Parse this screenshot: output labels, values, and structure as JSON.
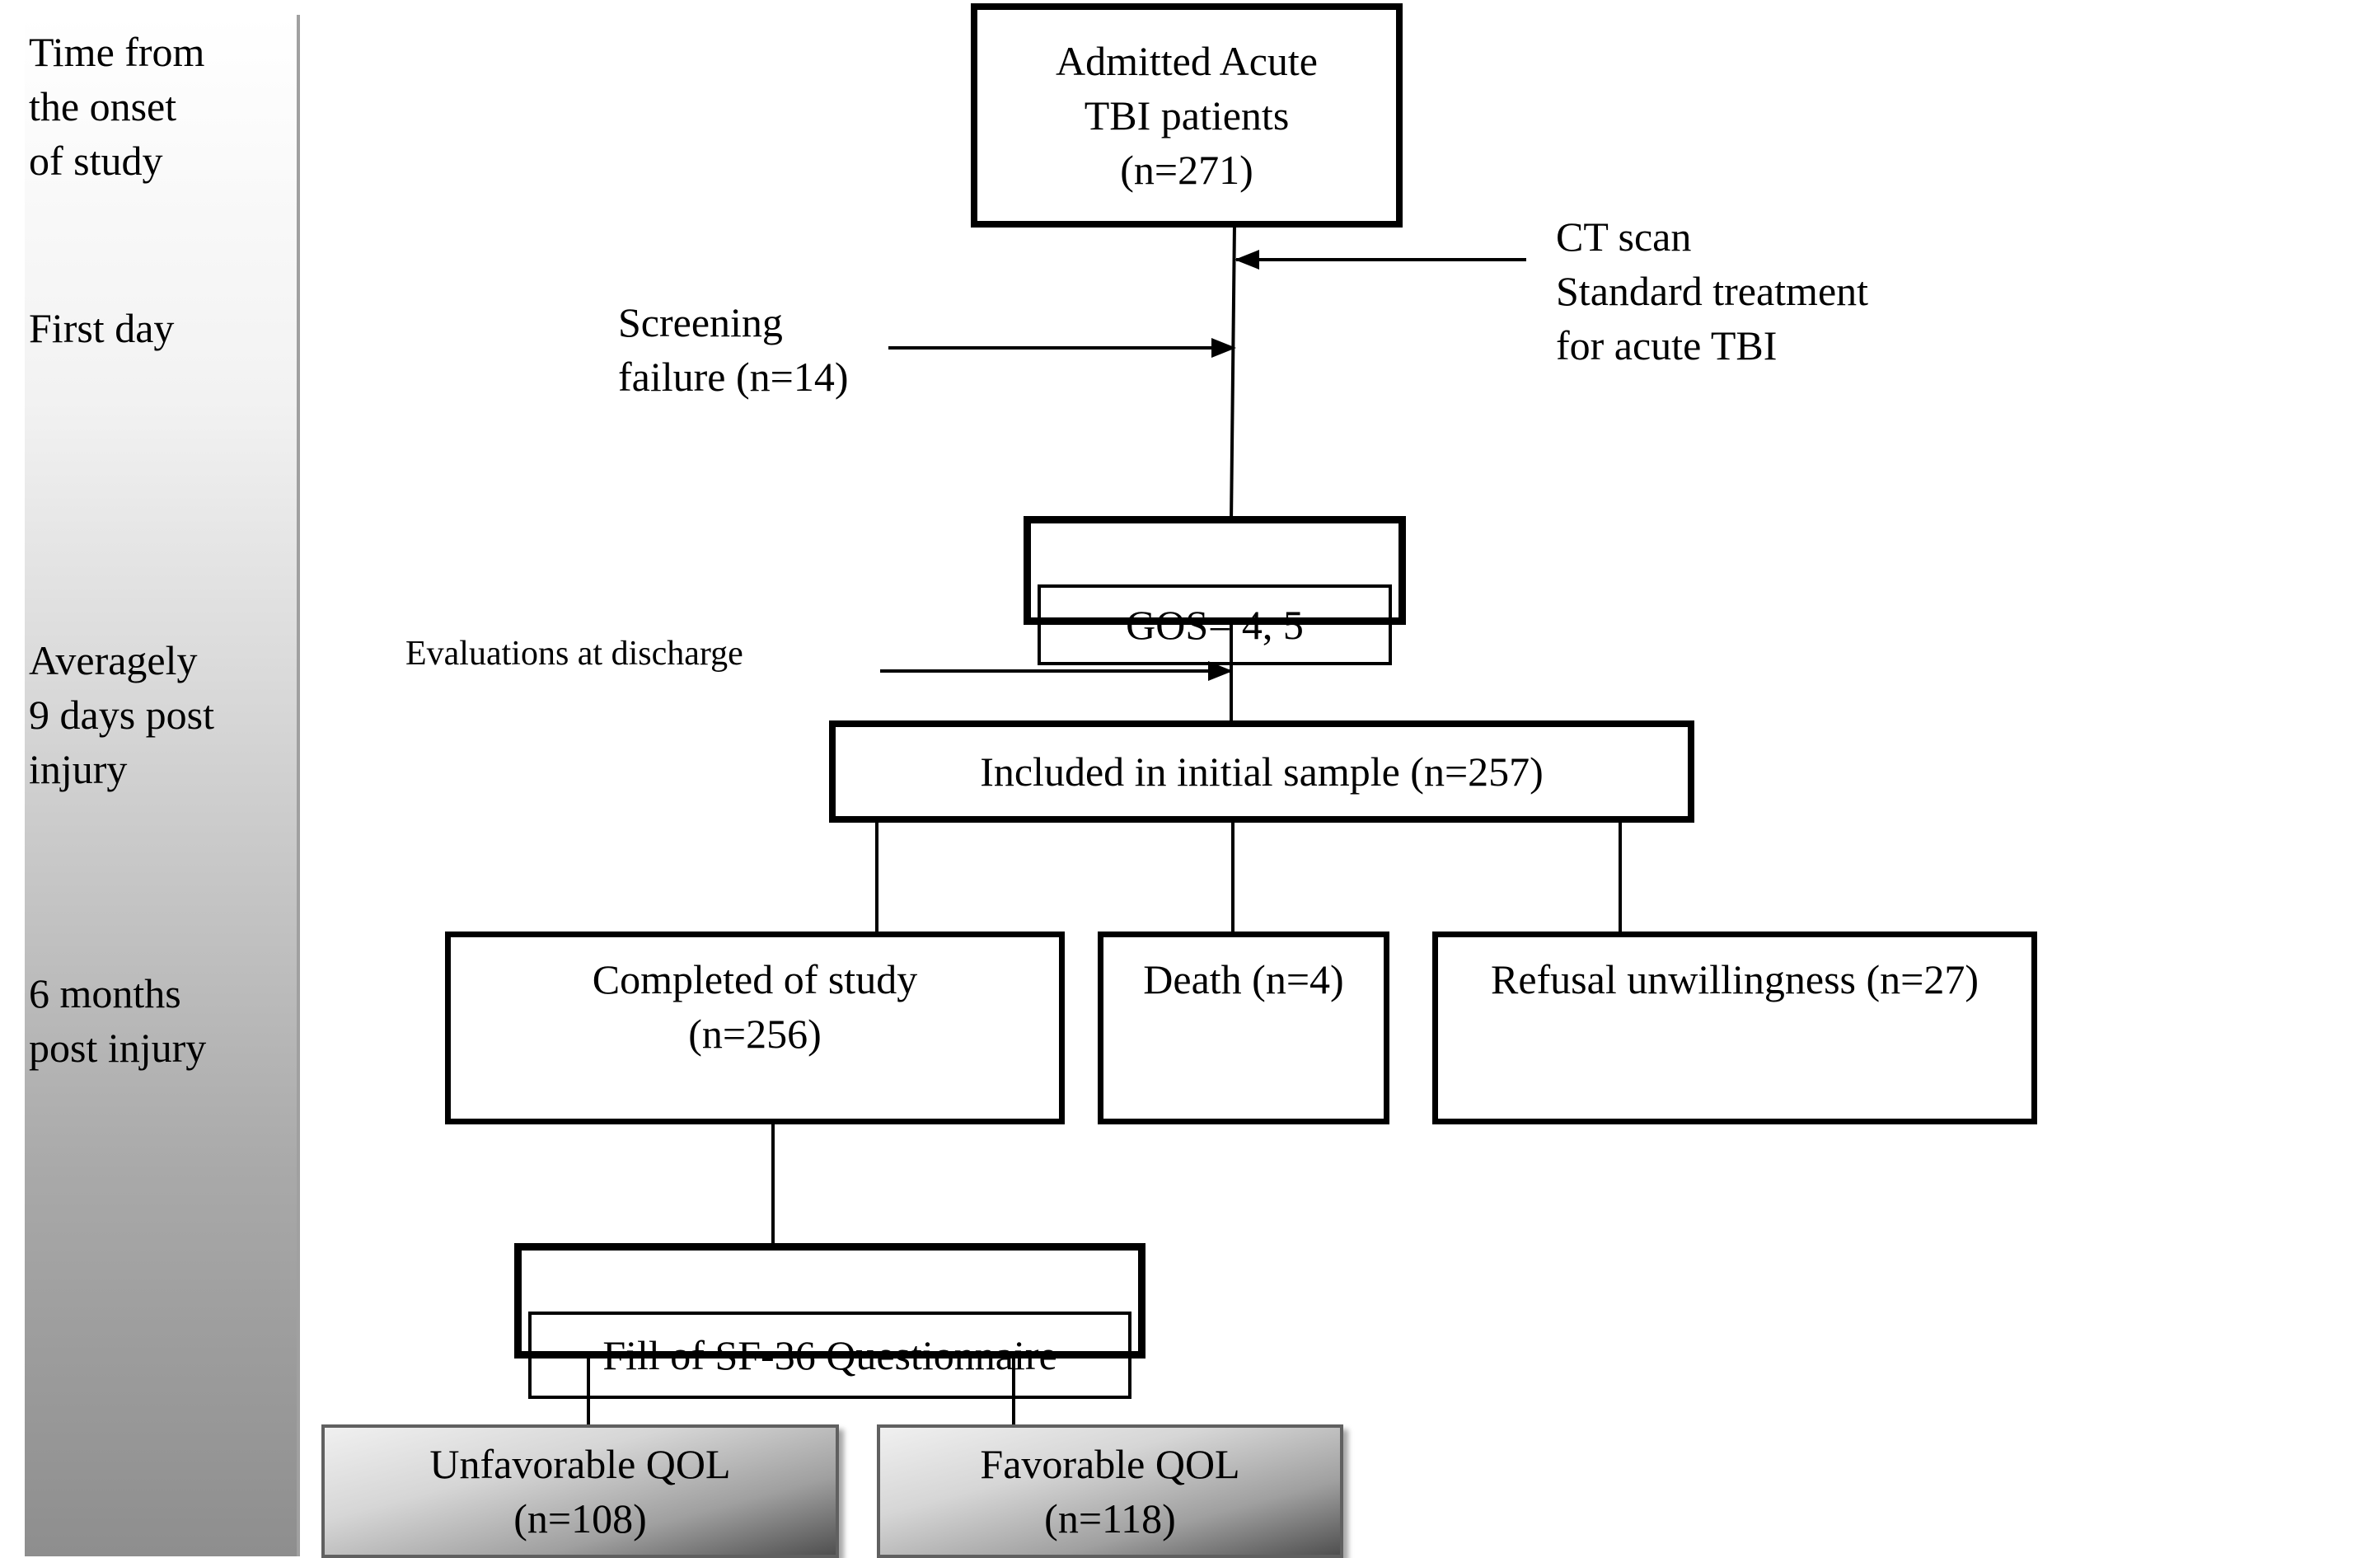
{
  "timeline": {
    "labels": [
      "Time from\nthe onset\nof study",
      "First day",
      "Averagely\n9 days post\ninjury",
      "6 months\npost injury"
    ]
  },
  "boxes": {
    "admitted": "Admitted Acute\nTBI patients\n(n=271)",
    "gos": "GOS= 4, 5",
    "included": "Included in initial sample (n=257)",
    "completed": "Completed of study\n(n=256)",
    "death": "Death (n=4)",
    "refusal": "Refusal unwillingness (n=27)",
    "sf36": "Fill of SF-36 Questionnaire",
    "unfavorable": "Unfavorable QOL\n(n=108)",
    "favorable": "Favorable QOL\n(n=118)"
  },
  "annotations": {
    "ct_scan": "CT scan\nStandard    treatment\nfor acute TBI",
    "screening": "Screening\nfailure (n=14)",
    "evaluations": "Evaluations at discharge"
  }
}
